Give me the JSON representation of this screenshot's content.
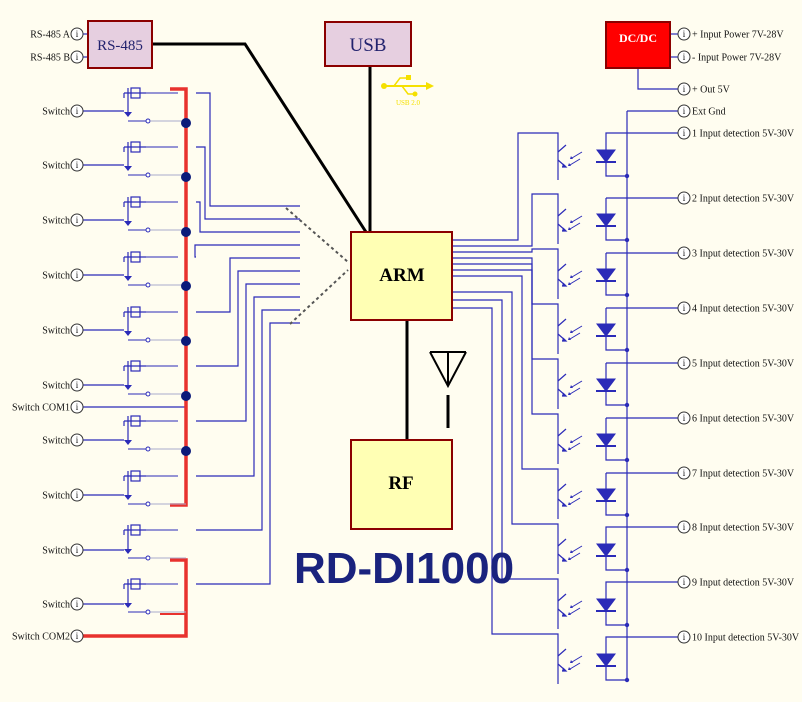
{
  "diagram": {
    "title": "RD-DI1000",
    "blocks": {
      "rs485": "RS-485",
      "usb": "USB",
      "usb_caption": "USB 2.0",
      "dcdc": "DC/DC",
      "arm": "ARM",
      "rf": "RF"
    },
    "pin_marker": "i",
    "terminals": {
      "rs485_a": "RS-485 A",
      "rs485_b": "RS-485 B",
      "input_power_pos": "+ Input Power 7V-28V",
      "input_power_neg": "- Input Power 7V-28V",
      "out_5v": "+ Out 5V",
      "ext_gnd": "Ext Gnd",
      "switch_com1": "Switch COM1",
      "switch_com2": "Switch COM2"
    },
    "switch_label": "Switch",
    "input_detection": [
      "1 Input detection 5V-30V",
      "2 Input detection 5V-30V",
      "3 Input detection 5V-30V",
      "4 Input detection 5V-30V",
      "5 Input detection 5V-30V",
      "6 Input detection 5V-30V",
      "7 Input detection 5V-30V",
      "8 Input detection 5V-30V",
      "9 Input detection 5V-30V",
      "10 Input detection 5V-30V"
    ],
    "colors": {
      "background": "#fffdf0",
      "wire": "#2b2bb8",
      "bus": "#000000",
      "common_wire": "#e8322e",
      "rs485_fill": "#e6cfe0",
      "usb_fill": "#e6cfe0",
      "dcdc_fill": "#ff0000",
      "arm_fill": "#ffffb4",
      "rf_fill": "#ffffb4",
      "block_border": "#8b0000",
      "title": "#1a237e",
      "usb_symbol": "#f5e000"
    }
  }
}
